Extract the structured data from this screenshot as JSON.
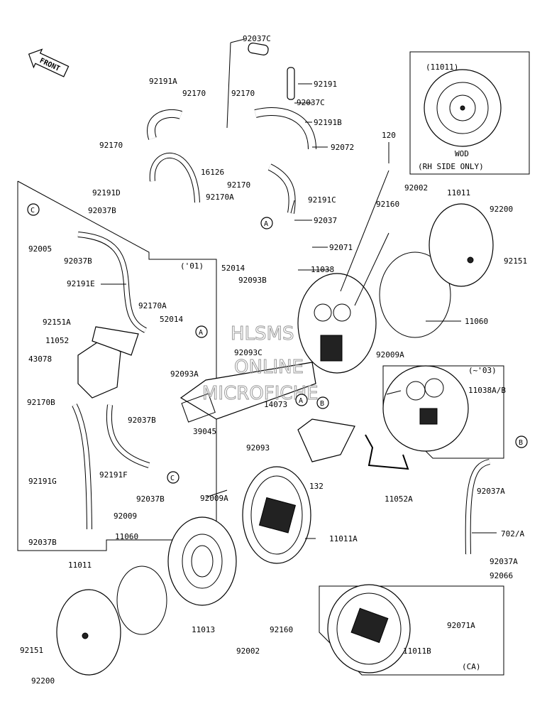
{
  "front_arrow": "FRONT",
  "callout_letters": [
    "A",
    "B",
    "C"
  ],
  "inset_wod": {
    "ref": "(11011)",
    "line1": "WOD",
    "line2": "(RH SIDE ONLY)"
  },
  "inset_01": "('01)",
  "inset_03": "(~'03)",
  "inset_ca": "(CA)",
  "watermark": [
    "HLSMS",
    "ONLINE",
    "MICROFICHE"
  ],
  "parts": [
    "92037C",
    "92191",
    "92037C",
    "92191A",
    "92170",
    "92170",
    "92191B",
    "92170",
    "92072",
    "16126",
    "92170",
    "120",
    "92191D",
    "92170A",
    "92191C",
    "92037B",
    "92037",
    "92002",
    "11011",
    "92200",
    "92160",
    "92005",
    "92037B",
    "92151",
    "52014",
    "92071",
    "11038",
    "92093B",
    "92191E",
    "92170A",
    "52014",
    "11060",
    "92151A",
    "11052",
    "92093C",
    "92009A",
    "43078",
    "92093A",
    "11038A/B",
    "92170B",
    "92037B",
    "39045",
    "14073",
    "92093",
    "92191G",
    "92191F",
    "92037B",
    "132",
    "11052A",
    "92037A",
    "92009",
    "92009A",
    "11011A",
    "702/A",
    "92037B",
    "11060",
    "92037A",
    "92066",
    "11011",
    "11013",
    "92160",
    "92071A",
    "92151",
    "92002",
    "11011B",
    "92200"
  ]
}
